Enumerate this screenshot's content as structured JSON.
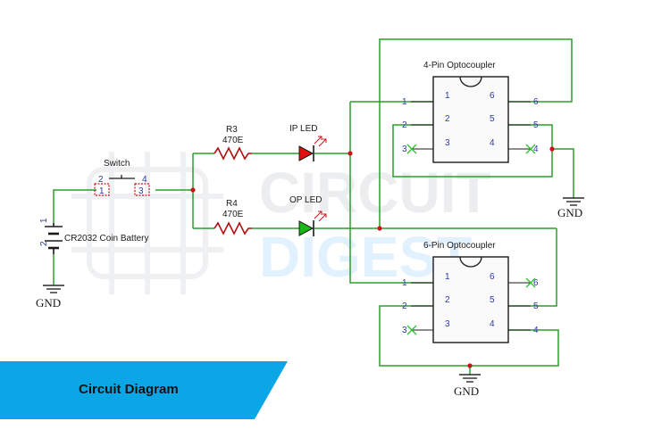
{
  "switch": {
    "label": "Switch",
    "pins": [
      "2",
      "4",
      "1",
      "3"
    ]
  },
  "battery": {
    "label": "CR2032 Coin Battery",
    "pins": [
      "1",
      "2"
    ]
  },
  "resistors": [
    {
      "ref": "R3",
      "value": "470E"
    },
    {
      "ref": "R4",
      "value": "470E"
    }
  ],
  "leds": [
    {
      "label": "IP LED",
      "color": "#e01010"
    },
    {
      "label": "OP LED",
      "color": "#18b818"
    }
  ],
  "opto4": {
    "title": "4-Pin Optocoupler",
    "inner_left": [
      "1",
      "2",
      "3"
    ],
    "inner_right": [
      "6",
      "5",
      "4"
    ],
    "outer_left": [
      "1",
      "2",
      "3"
    ],
    "outer_right": [
      "6",
      "5",
      "4"
    ]
  },
  "opto6": {
    "title": "6-Pin Optocoupler",
    "inner_left": [
      "1",
      "2",
      "3"
    ],
    "inner_right": [
      "6",
      "5",
      "4"
    ],
    "outer_left": [
      "1",
      "2",
      "3"
    ],
    "outer_right": [
      "6",
      "5",
      "4"
    ]
  },
  "ground_labels": [
    "GND",
    "GND",
    "GND"
  ],
  "banner": {
    "label": "Circuit Diagram",
    "color": "#0aa6e6"
  },
  "watermark": {
    "line1": "CIRCUIT",
    "line2": "DIGEST"
  },
  "colors": {
    "wire": "#2aa02a",
    "junction": "#c8141e",
    "nc_mark": "#30c030",
    "pin_text": "#2a3aa8"
  }
}
